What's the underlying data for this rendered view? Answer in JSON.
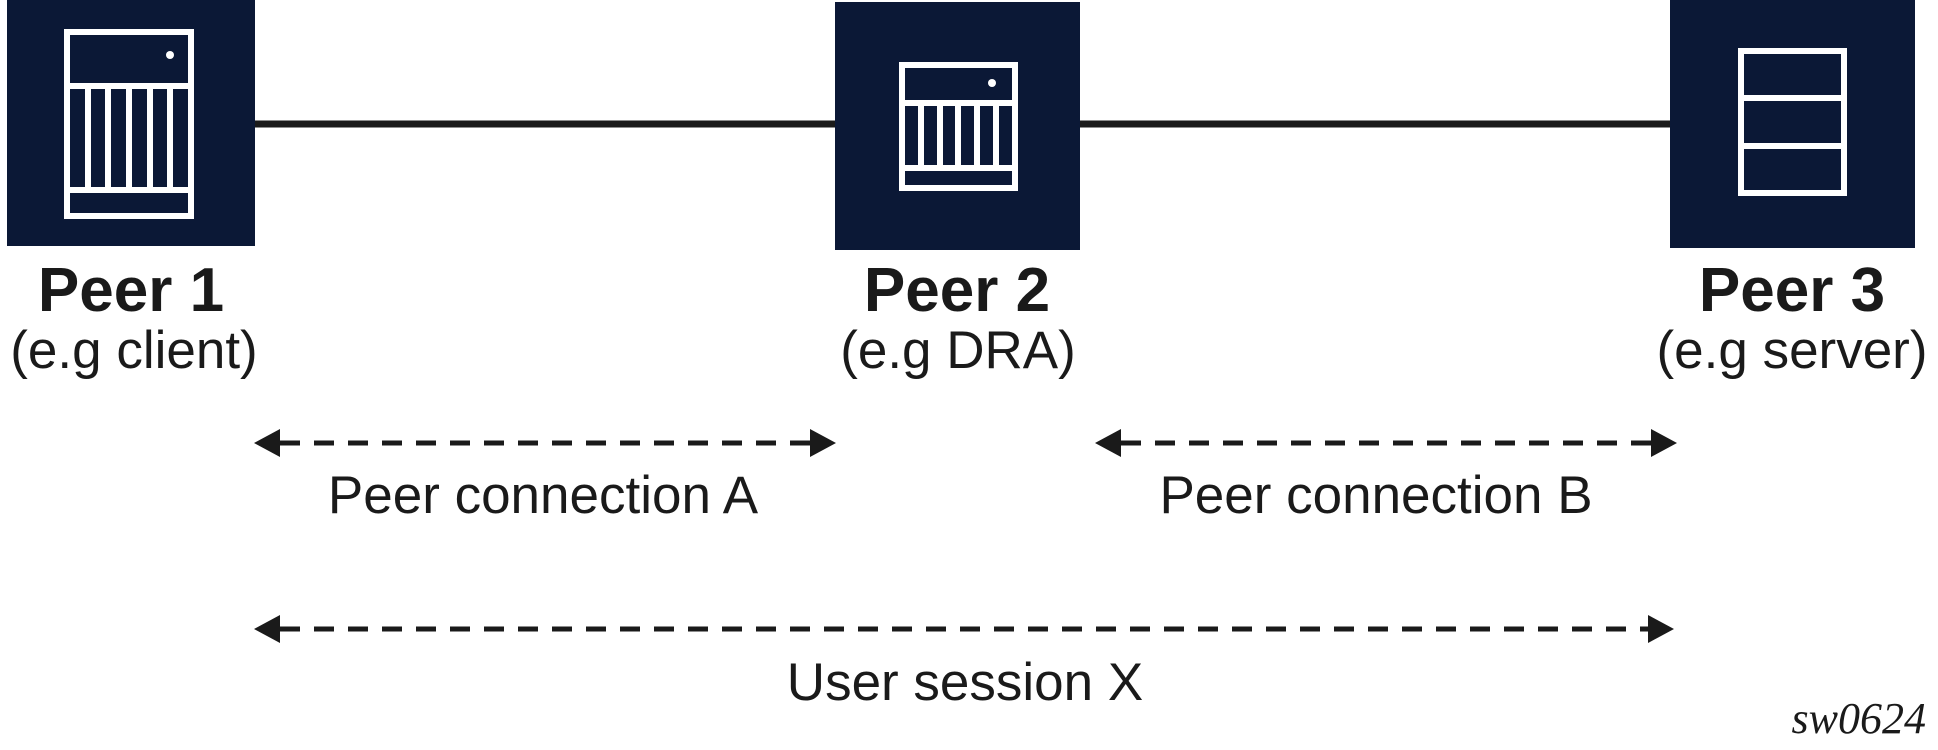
{
  "colors": {
    "node_fill": "#0b1836",
    "icon_stroke": "#ffffff",
    "line": "#1a1a1a",
    "text": "#1a1a1a"
  },
  "peers": [
    {
      "title": "Peer 1",
      "subtitle": "(e.g client)",
      "icon": "chassis-router-icon"
    },
    {
      "title": "Peer 2",
      "subtitle": "(e.g DRA)",
      "icon": "chassis-router-icon"
    },
    {
      "title": "Peer 3",
      "subtitle": "(e.g server)",
      "icon": "server-rack-icon"
    }
  ],
  "connections": [
    {
      "label": "Peer connection A",
      "from": "Peer 1",
      "to": "Peer 2",
      "style": "dashed",
      "arrows": "both"
    },
    {
      "label": "Peer connection B",
      "from": "Peer 2",
      "to": "Peer 3",
      "style": "dashed",
      "arrows": "both"
    },
    {
      "label": "User session X",
      "from": "Peer 1",
      "to": "Peer 3",
      "style": "dashed",
      "arrows": "both"
    }
  ],
  "figure_id": "sw0624"
}
